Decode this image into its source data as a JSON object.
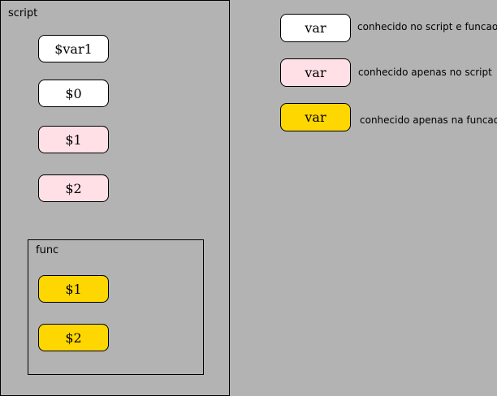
{
  "colors": {
    "background": "#b3b3b3",
    "white": "#ffffff",
    "pink": "#ffe0e6",
    "yellow": "#ffd700"
  },
  "script_frame": {
    "label": "script",
    "vars": [
      "$var1",
      "$0",
      "$1",
      "$2"
    ]
  },
  "func_frame": {
    "label": "func",
    "vars": [
      "$1",
      "$2"
    ]
  },
  "legend": [
    {
      "box": "var",
      "text": "conhecido no script e funcao",
      "color": "white"
    },
    {
      "box": "var",
      "text": "conhecido apenas no script",
      "color": "pink"
    },
    {
      "box": "var",
      "text": "conhecido apenas na funcao",
      "color": "yellow"
    }
  ]
}
